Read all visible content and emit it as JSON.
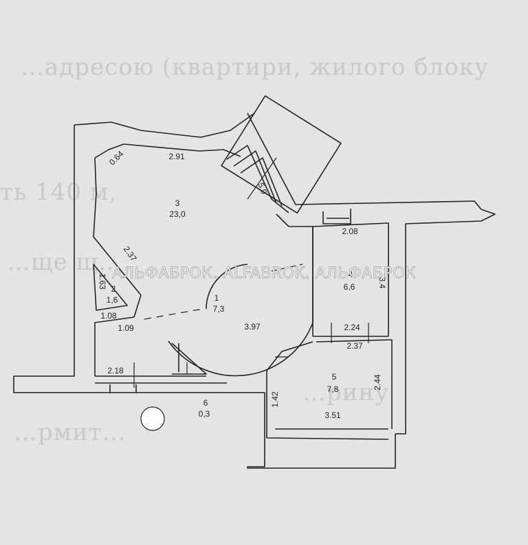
{
  "background_text": [
    "…адресою (квартири, жилого блоку",
    "ть 140 м,",
    "…ще щ…",
    "…рину",
    "…рмит…"
  ],
  "watermark": "АЛЬФАБРОК. ALFABROK. АЛЬФАБРОК",
  "rooms": [
    {
      "number": "1",
      "area": "7,3"
    },
    {
      "number": "2",
      "area": "1,6"
    },
    {
      "number": "3",
      "area": "23,0"
    },
    {
      "number": "4",
      "area": "6,6"
    },
    {
      "number": "5",
      "area": "7,8"
    },
    {
      "number": "6",
      "area": "0,3"
    }
  ],
  "dimensions": {
    "d064": "0.64",
    "d291": "2.91",
    "d59": "5.9",
    "d237": "2.37",
    "d163": "1.63",
    "d108": "1.08",
    "d109": "1.09",
    "d397": "3.97",
    "d208": "2.08",
    "d34": "3.4",
    "d224": "2.24",
    "d237b": "2.37",
    "d218": "2.18",
    "d142": "1.42",
    "d244": "2.44",
    "d351": "3.51"
  }
}
